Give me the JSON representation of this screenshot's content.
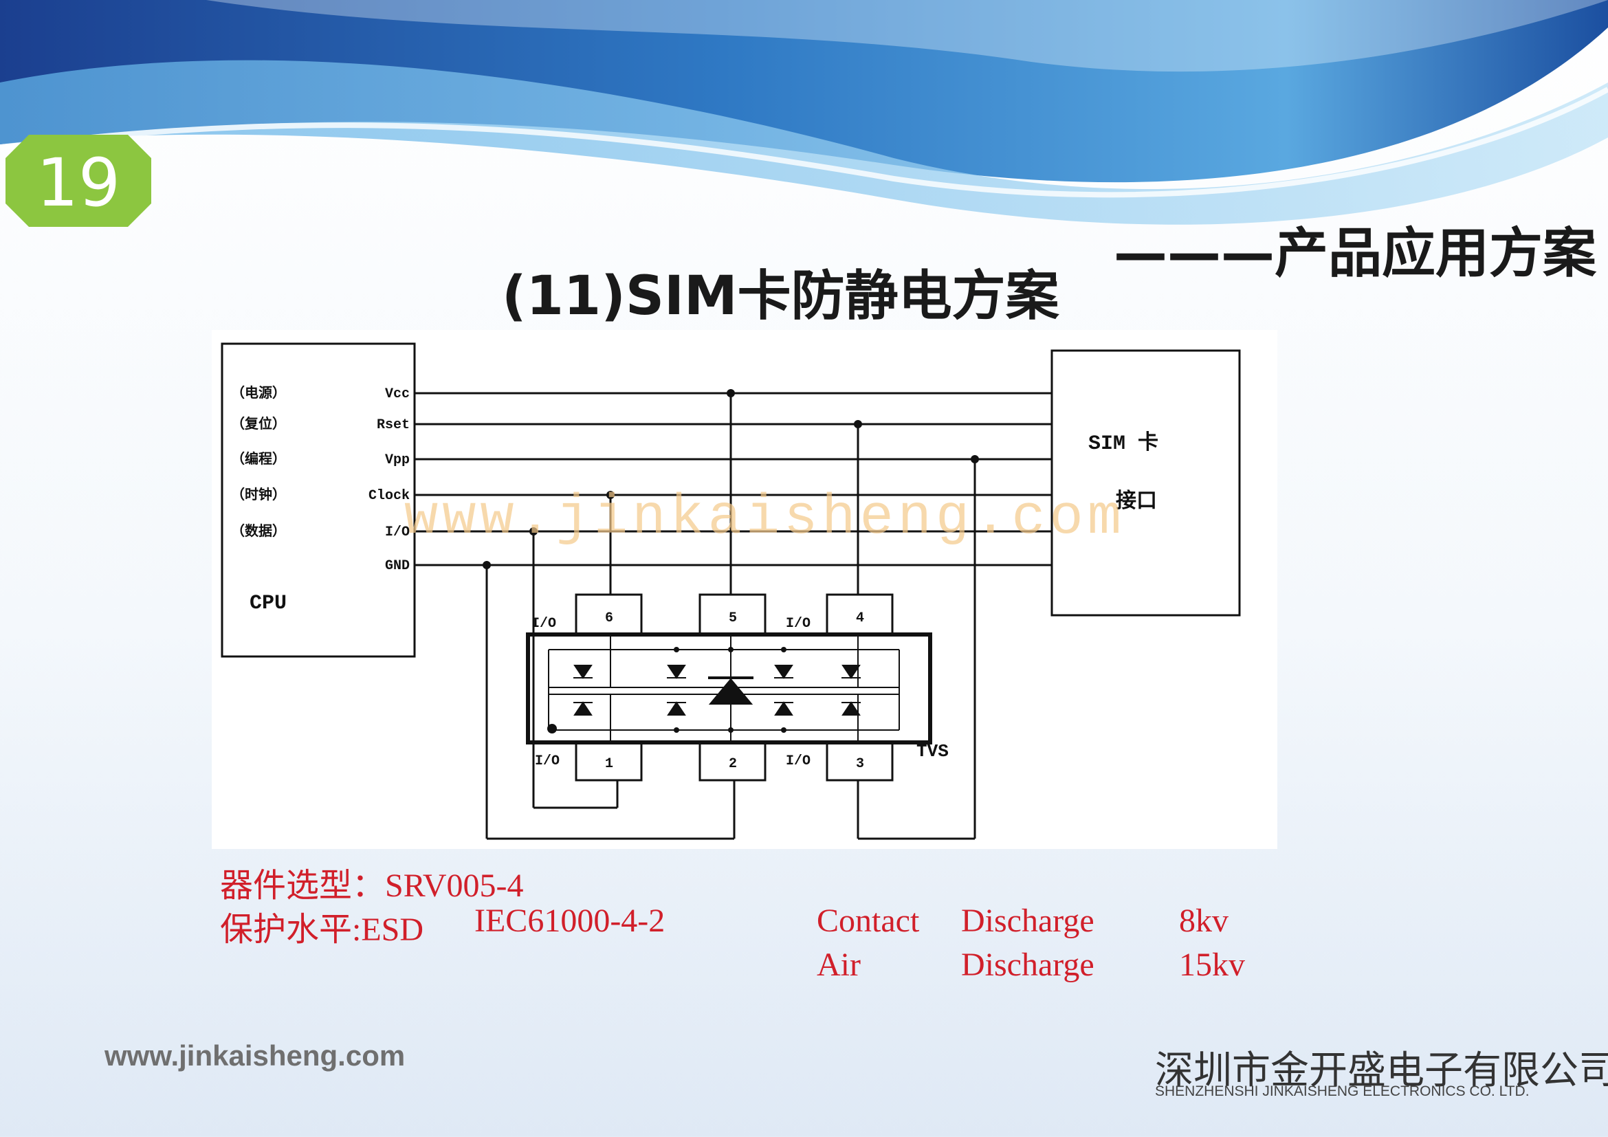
{
  "page_number": "19",
  "section_heading": "———产品应用方案",
  "slide_title": "(11)SIM卡防静电方案",
  "diagram": {
    "cpu_box": {
      "title": "CPU",
      "pins": [
        {
          "cn": "（电源）",
          "en": "Vcc"
        },
        {
          "cn": "（复位）",
          "en": "Rset"
        },
        {
          "cn": "（编程）",
          "en": "Vpp"
        },
        {
          "cn": "（时钟）",
          "en": "Clock"
        },
        {
          "cn": "（数据）",
          "en": "I/O"
        },
        {
          "cn": "",
          "en": "GND"
        }
      ]
    },
    "sim_box": {
      "line1": "SIM 卡",
      "line2": "接口"
    },
    "tvs": {
      "label": "TVS",
      "top_pins": [
        "6",
        "5",
        "4"
      ],
      "bottom_pins": [
        "1",
        "2",
        "3"
      ],
      "io_labels": [
        "I/O",
        "I/O",
        "I/O",
        "I/O"
      ]
    },
    "watermark": "www.jinkaisheng.com"
  },
  "specs": {
    "line1": "器件选型：SRV005-4",
    "line2_label": "保护水平:ESD",
    "line2_standard": "IEC61000-4-2",
    "contact": {
      "type": "Contact",
      "word": "Discharge",
      "value": "8kv"
    },
    "air": {
      "type": "Air",
      "word": "Discharge",
      "value": "15kv"
    }
  },
  "footer": {
    "website": "www.jinkaisheng.com",
    "company_cn": "深圳市金开盛电子有限公司",
    "company_en": "SHENZHENSHI JINKAISHENG ELECTRONICS CO. LTD."
  },
  "colors": {
    "badge": "#8cc640",
    "spec_text": "#d11f2a",
    "wave_dark": "#1b3f8f"
  }
}
